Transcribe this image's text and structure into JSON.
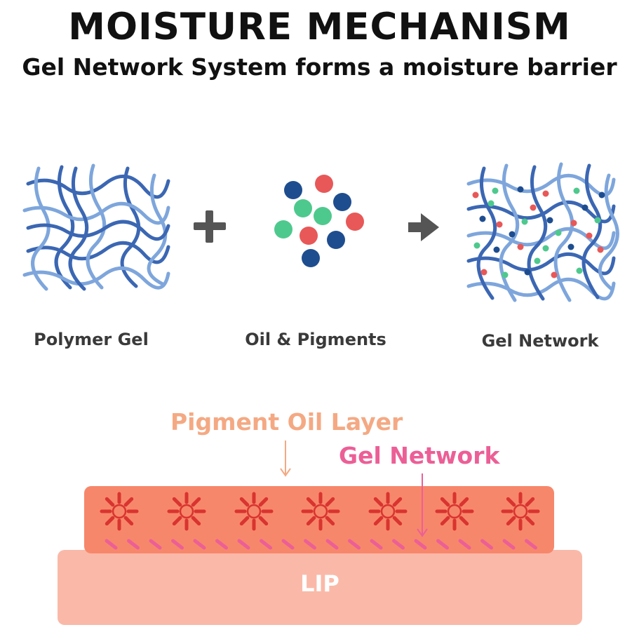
{
  "header": {
    "title": "MOISTURE MECHANISM",
    "subtitle": "Gel Network System forms a moisture barrier"
  },
  "components": [
    {
      "label": "Polymer Gel",
      "icon": "polymer-gel-mesh-icon"
    },
    {
      "label": "Oil & Pigments",
      "icon": "oil-pigment-dots-icon"
    },
    {
      "label": "Gel Network",
      "icon": "gel-network-mesh-icon"
    }
  ],
  "operators": {
    "plus": "plus-icon",
    "arrow": "arrow-right-icon"
  },
  "layers": {
    "pigment_oil_label": "Pigment Oil Layer",
    "gel_network_label": "Gel Network",
    "lip_label": "LIP"
  },
  "colors": {
    "mesh_light": "#7ea6dc",
    "mesh_dark": "#3b67b3",
    "dot_navy": "#1e4d8f",
    "dot_red": "#e85858",
    "dot_green": "#4ec98d",
    "pigment_label": "#f4a983",
    "gel_label": "#ec5f96",
    "pigment_band": "#f7876b",
    "lip_band": "#fab9a8",
    "operator_gray": "#555555"
  }
}
